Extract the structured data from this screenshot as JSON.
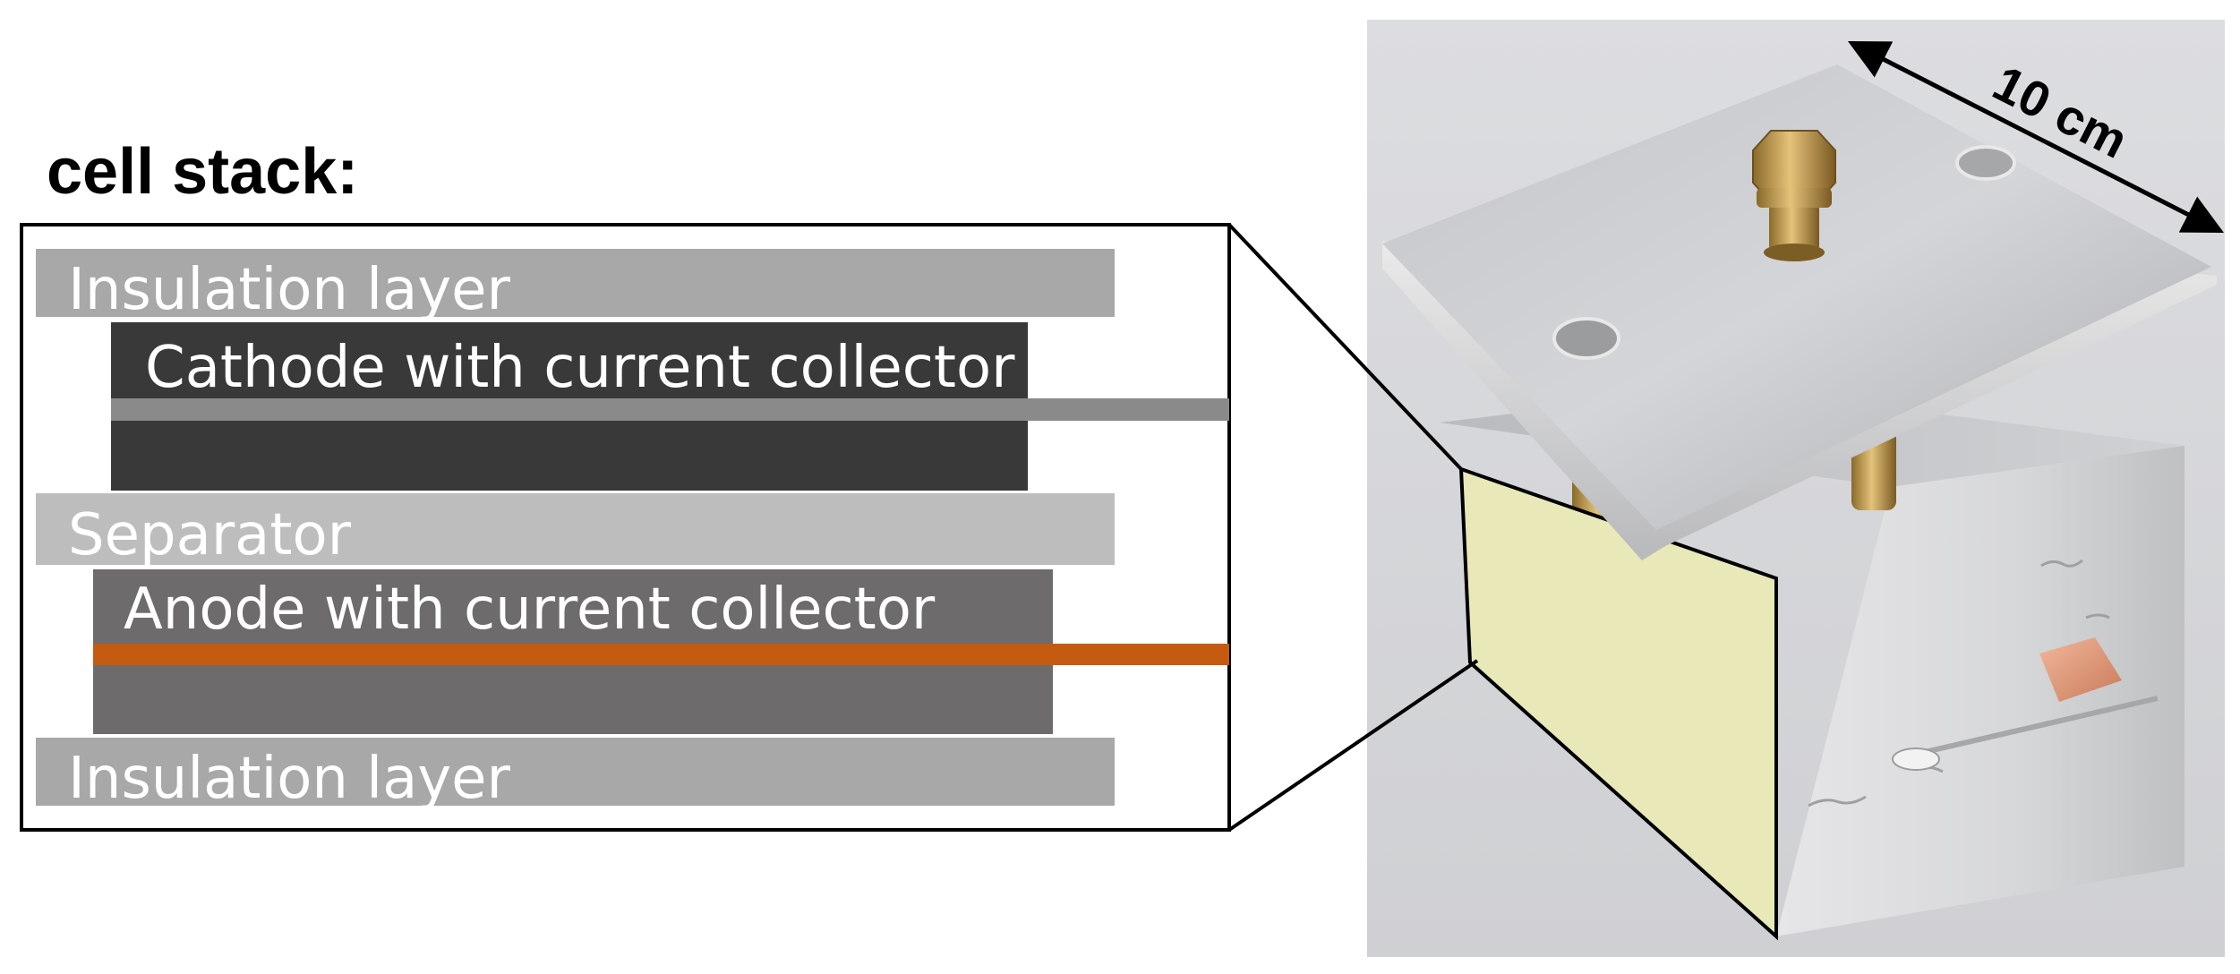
{
  "title": "cell stack:",
  "layers": {
    "insulation_top": "Insulation layer",
    "cathode": "Cathode with current collector",
    "separator": "Separator",
    "anode": "Anode with current collector",
    "insulation_bottom": "Insulation layer"
  },
  "dimension_label": "10 cm",
  "colors": {
    "insulation": "#a8a8a8",
    "cathode": "#393939",
    "cathode_collector": "#8a8a8a",
    "separator": "#bdbdbd",
    "anode": "#6d6b6b",
    "anode_collector": "#c55a11",
    "yellow_window": "#e8e8b8",
    "label_text": "#ffffff"
  }
}
